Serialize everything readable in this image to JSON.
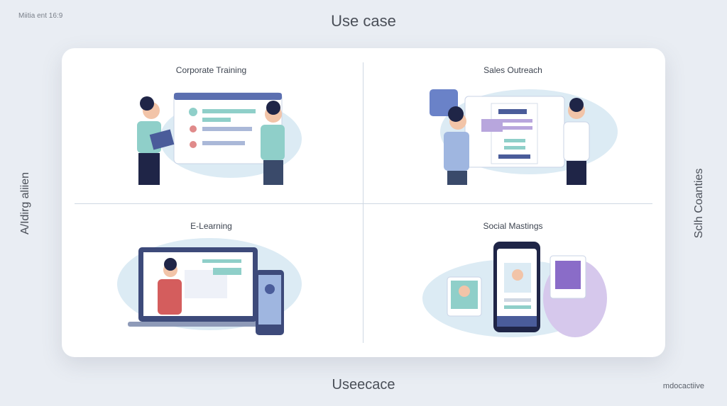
{
  "corner_label": "Miitia ent 16:9",
  "title": "Use case",
  "footer": "Useecace",
  "brand": "mdocactiive",
  "side_left": "A/Idirg aliien",
  "side_right": "Sclh Coanties",
  "quadrants": [
    {
      "title": "Corporate Training"
    },
    {
      "title": "Sales Outreach"
    },
    {
      "title": "E-Learning"
    },
    {
      "title": "Social Mastings"
    }
  ],
  "colors": {
    "accent": "#4a5c9a",
    "teal": "#8fcfc9",
    "blob": "#dcebf4",
    "purple": "#b8a6dd"
  }
}
